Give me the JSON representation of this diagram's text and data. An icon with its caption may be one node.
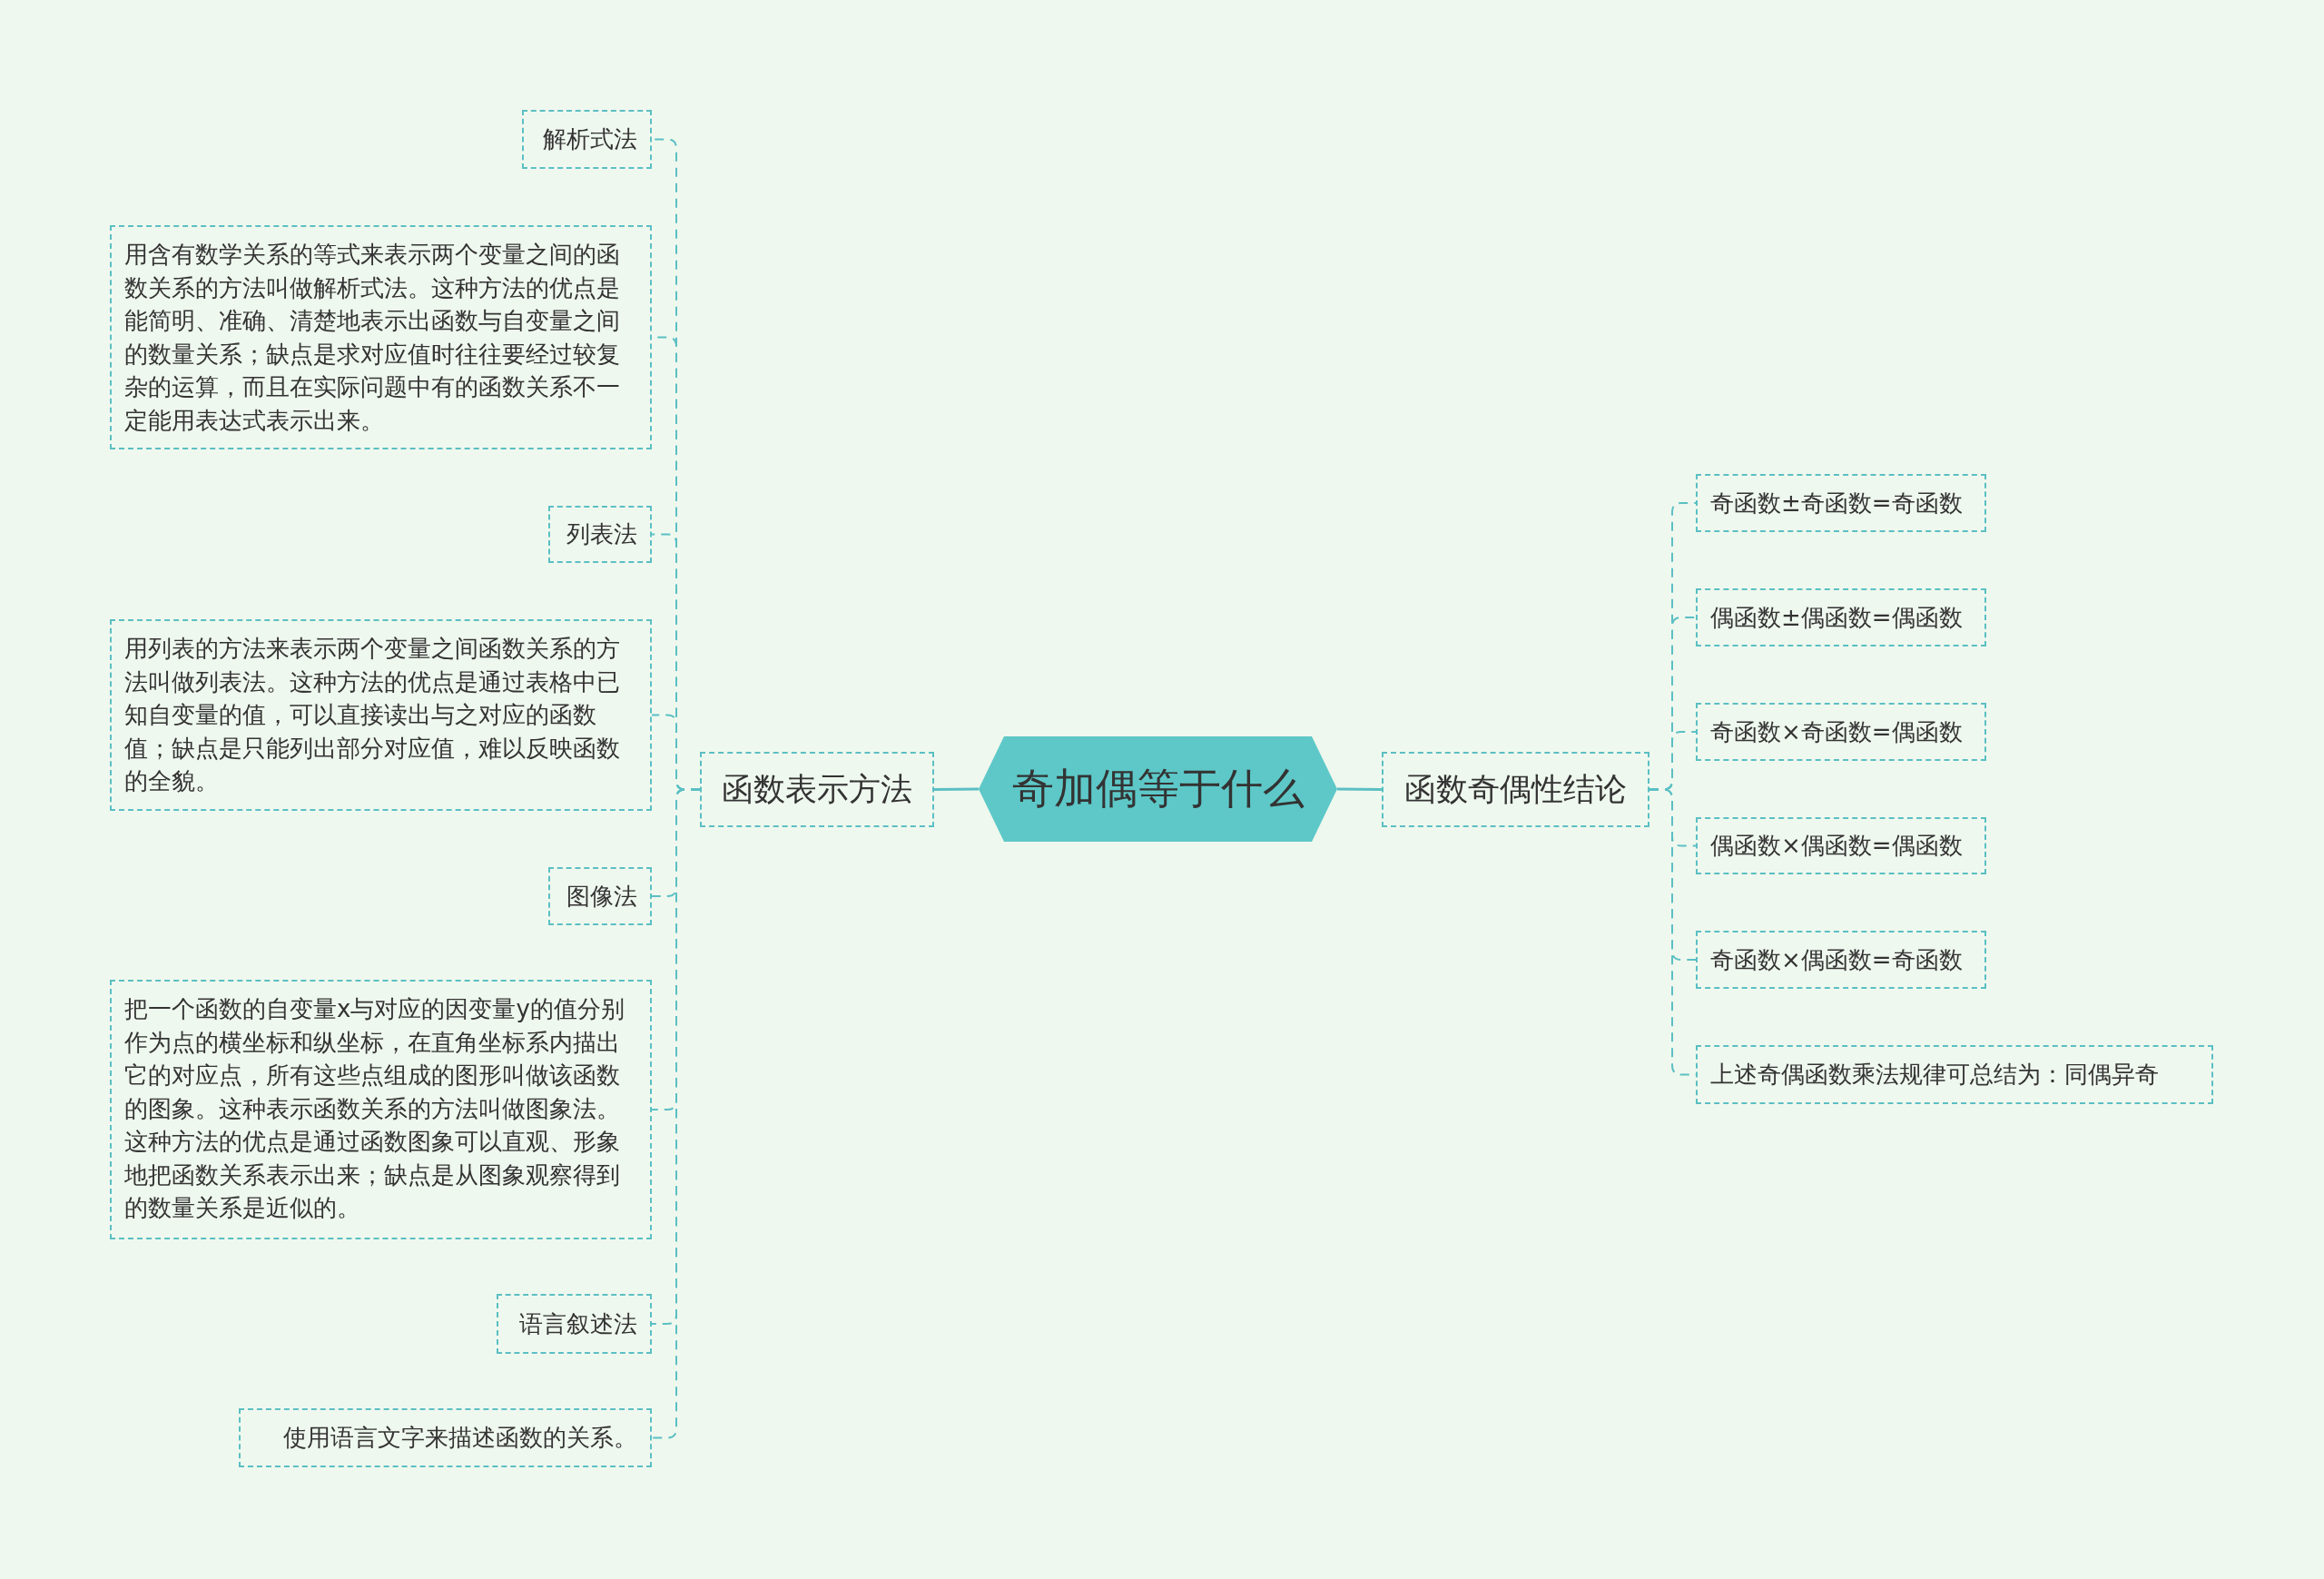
{
  "diagram": {
    "nodes": [
      {
        "text": [
          "奇加偶等于什么"
        ]
      },
      {
        "text": [
          "函数表示方法"
        ]
      },
      {
        "text": [
          "函数奇偶性结论"
        ]
      },
      {
        "text": [
          "解析式法"
        ]
      },
      {
        "text": [
          "用含有数学关系的等式来表示两个变量之间的函数关系的方法叫做解析式法。这种方法的优点是能简明、准确、清楚地表示出函数与自变量之间的数量关系；缺点是求对应值时往往要经过较复杂的运算，而且在实际问题中有的函数关系不一定能用表达式表示出来。"
        ]
      },
      {
        "text": [
          "列表法"
        ]
      },
      {
        "text": [
          "用列表的方法来表示两个变量之间函数关系的方法叫做列表法。这种方法的优点是通过表格中已知自变量的值，可以直接读出与之对应的函数值；缺点是只能列出部分对应值，难以反映函数的全貌。"
        ]
      },
      {
        "text": [
          "图像法"
        ]
      },
      {
        "text": [
          "把一个函数的自变量x与对应的因变量y的值分别作为点的横坐标和纵坐标，在直角坐标系内描出它的对应点，所有这些点组成的图形叫做该函数的图象。这种表示函数关系的方法叫做图象法。这种方法的优点是通过函数图象可以直观、形象地把函数关系表示出来；缺点是从图象观察得到的数量关系是近似的。"
        ]
      },
      {
        "text": [
          "语言叙述法"
        ]
      },
      {
        "text": [
          "使用语言文字来描述函数的关系。"
        ]
      },
      {
        "text": [
          "奇函数±奇函数=奇函数"
        ]
      },
      {
        "text": [
          "偶函数±偶函数=偶函数"
        ]
      },
      {
        "text": [
          "奇函数×奇函数=偶函数"
        ]
      },
      {
        "text": [
          "偶函数×偶函数=偶函数"
        ]
      },
      {
        "text": [
          "奇函数×偶函数=奇函数"
        ]
      },
      {
        "text": [
          "上述奇偶函数乘法规律可总结为：同偶异奇"
        ]
      }
    ],
    "edges": [
      {
        "from": 0,
        "to": 1,
        "arrow": "none"
      },
      {
        "from": 0,
        "to": 2,
        "arrow": "none"
      },
      {
        "from": 1,
        "to": 3,
        "arrow": "none",
        "style": "dashed"
      },
      {
        "from": 1,
        "to": 4,
        "arrow": "none",
        "style": "dashed"
      },
      {
        "from": 1,
        "to": 5,
        "arrow": "none",
        "style": "dashed"
      },
      {
        "from": 1,
        "to": 6,
        "arrow": "none",
        "style": "dashed"
      },
      {
        "from": 1,
        "to": 7,
        "arrow": "none",
        "style": "dashed"
      },
      {
        "from": 1,
        "to": 8,
        "arrow": "none",
        "style": "dashed"
      },
      {
        "from": 1,
        "to": 9,
        "arrow": "none",
        "style": "dashed"
      },
      {
        "from": 1,
        "to": 10,
        "arrow": "none",
        "style": "dashed"
      },
      {
        "from": 2,
        "to": 11,
        "arrow": "none",
        "style": "dashed"
      },
      {
        "from": 2,
        "to": 12,
        "arrow": "none",
        "style": "dashed"
      },
      {
        "from": 2,
        "to": 13,
        "arrow": "none",
        "style": "dashed"
      },
      {
        "from": 2,
        "to": 14,
        "arrow": "none",
        "style": "dashed"
      },
      {
        "from": 2,
        "to": 15,
        "arrow": "none",
        "style": "dashed"
      },
      {
        "from": 2,
        "to": 16,
        "arrow": "none",
        "style": "dashed"
      }
    ]
  }
}
